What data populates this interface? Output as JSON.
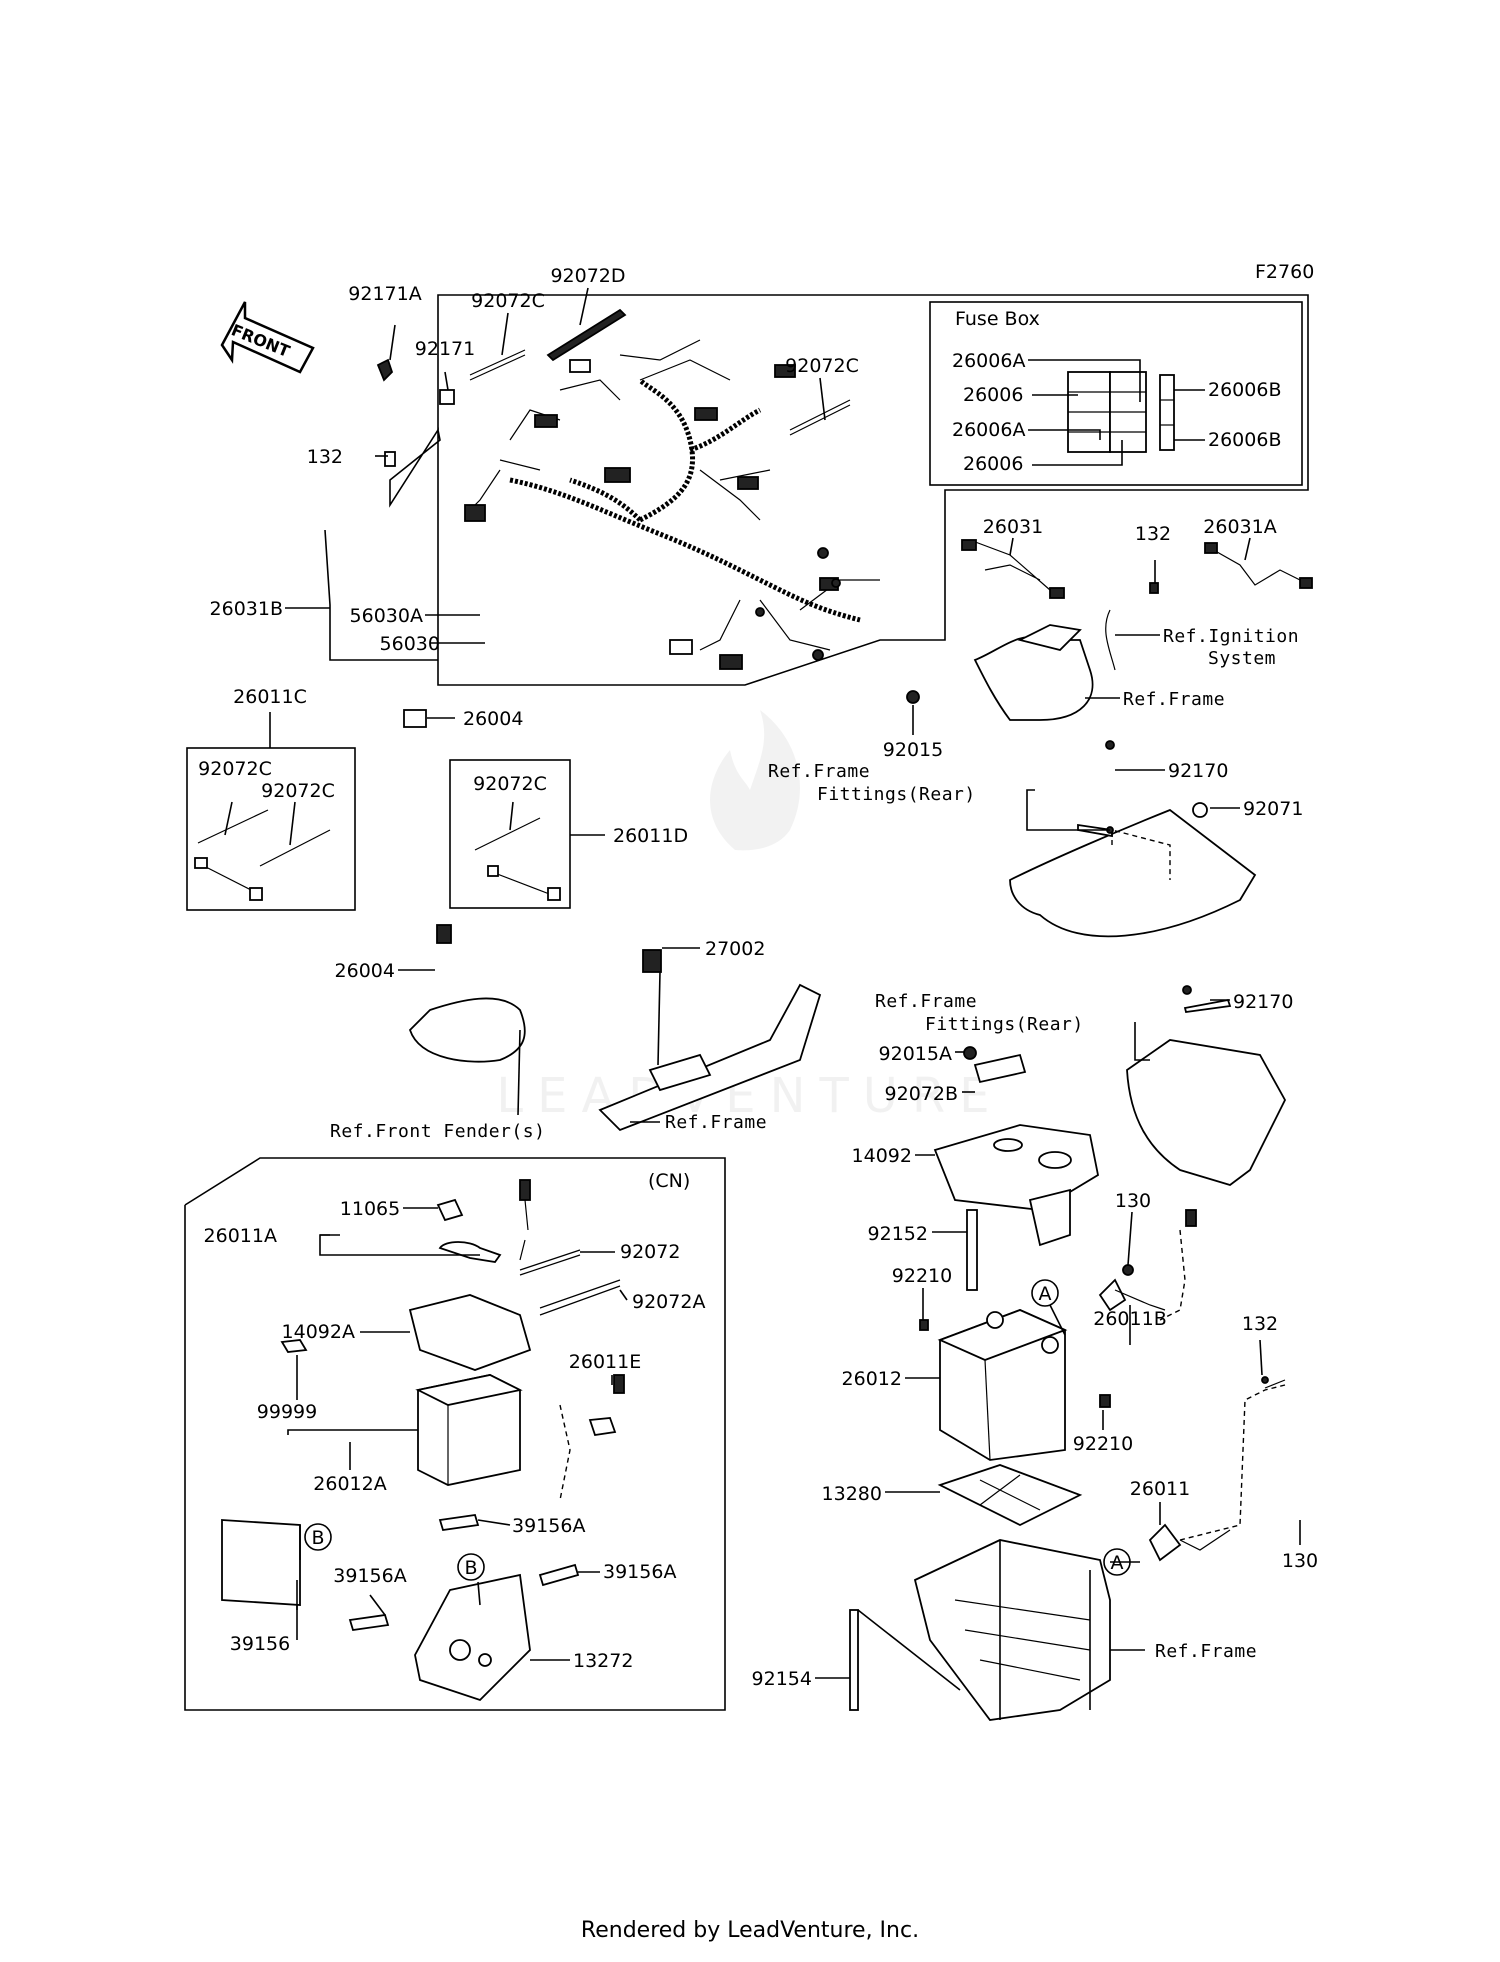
{
  "figure_id": "F2760",
  "front_arrow": "FRONT",
  "watermark": "LEADVENTURE",
  "fuse_box": {
    "title": "Fuse Box",
    "labels": [
      "26006A",
      "26006",
      "26006A",
      "26006",
      "26006B",
      "26006B"
    ]
  },
  "part_numbers": {
    "p92171A": "92171A",
    "p92171": "92171",
    "p92072C_top": "92072C",
    "p92072D": "92072D",
    "p92072C_right": "92072C",
    "p132_left": "132",
    "p26031B": "26031B",
    "p56030A": "56030A",
    "p56030": "56030",
    "p26004_top": "26004",
    "p92015": "92015",
    "p26031": "26031",
    "p132_mid": "132",
    "p26031A": "26031A",
    "p26011C": "26011C",
    "p92072C_a": "92072C",
    "p92072C_b": "92072C",
    "p92072C_c": "92072C",
    "p26011D": "26011D",
    "p92170_a": "92170",
    "p92071": "92071",
    "p26004_mid": "26004",
    "p27002": "27002",
    "p92170_b": "92170",
    "p92015A": "92015A",
    "p92072B": "92072B",
    "p14092": "14092",
    "p92152": "92152",
    "p130_a": "130",
    "p92210_a": "92210",
    "p26011B": "26011B",
    "p26012": "26012",
    "p92210_b": "92210",
    "p132_right": "132",
    "p13280": "13280",
    "p26011": "26011",
    "p130_b": "130",
    "p92154": "92154",
    "p26011A": "26011A",
    "p11065": "11065",
    "p92072": "92072",
    "p92072A": "92072A",
    "p14092A": "14092A",
    "p26011E": "26011E",
    "p99999": "99999",
    "p26012A": "26012A",
    "p39156A_a": "39156A",
    "p39156A_b": "39156A",
    "p39156A_c": "39156A",
    "p39156": "39156",
    "p13272": "13272"
  },
  "callouts": {
    "a1": "A",
    "a2": "A",
    "b1": "B",
    "b2": "B",
    "cn": "(CN)"
  },
  "references": {
    "ignition_1": "Ref.Ignition",
    "ignition_2": "System",
    "frame_top": "Ref.Frame",
    "frame_fit_1a": "Ref.Frame",
    "frame_fit_1b": "Fittings(Rear)",
    "frame_fit_2a": "Ref.Frame",
    "frame_fit_2b": "Fittings(Rear)",
    "front_fender": "Ref.Front Fender(s)",
    "frame_mid": "Ref.Frame",
    "frame_bottom": "Ref.Frame"
  },
  "footer": "Rendered by LeadVenture, Inc."
}
